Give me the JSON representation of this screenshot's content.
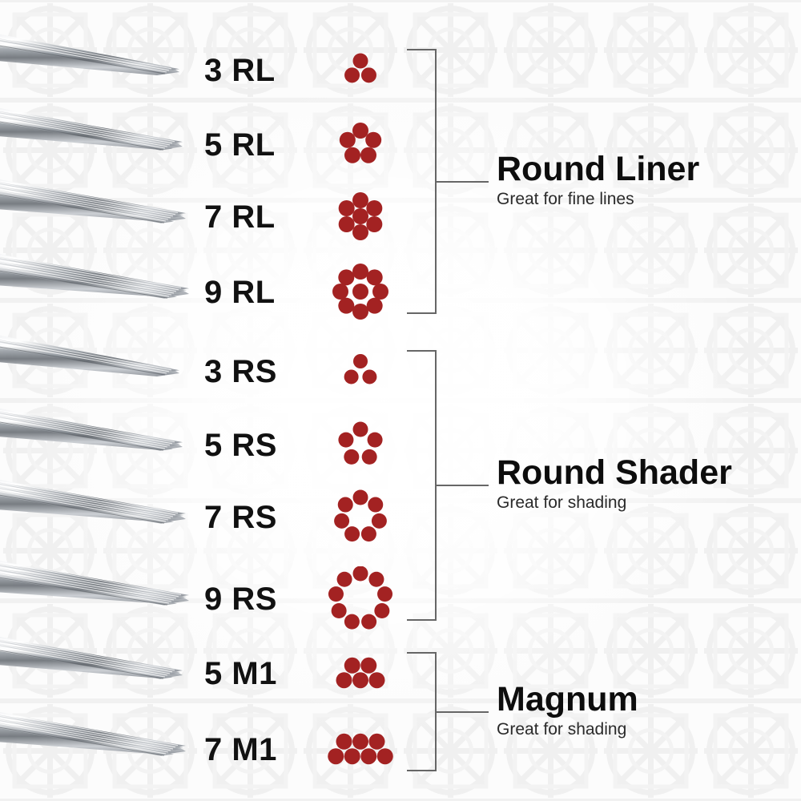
{
  "palette": {
    "dot_red": "#A32222",
    "dot_red_dark": "#8d1c1c",
    "text_black": "#0d0d0d",
    "bracket_gray": "#666666",
    "background": "#fcfcfc",
    "watermark": "#f1f1f1",
    "needle_silver": "#b9bcc0"
  },
  "rows": [
    {
      "code": "3 RL",
      "count": 3,
      "config": "triangle",
      "group": "round_liner",
      "dot_radius": 9.5,
      "ring_radius": 11
    },
    {
      "code": "5 RL",
      "count": 5,
      "config": "ring",
      "group": "round_liner",
      "dot_radius": 10,
      "ring_radius": 17
    },
    {
      "code": "7 RL",
      "count": 7,
      "config": "ring-center",
      "group": "round_liner",
      "dot_radius": 10,
      "ring_radius": 20
    },
    {
      "code": "9 RL",
      "count": 9,
      "config": "ring-center",
      "group": "round_liner",
      "dot_radius": 10,
      "ring_radius": 25
    },
    {
      "code": "3 RS",
      "count": 3,
      "config": "triangle",
      "group": "round_shader",
      "dot_radius": 9,
      "ring_radius": 12
    },
    {
      "code": "5 RS",
      "count": 5,
      "config": "ring",
      "group": "round_shader",
      "dot_radius": 9.5,
      "ring_radius": 19
    },
    {
      "code": "7 RS",
      "count": 7,
      "config": "ring",
      "group": "round_shader",
      "dot_radius": 9.5,
      "ring_radius": 24
    },
    {
      "code": "9 RS",
      "count": 9,
      "config": "ring",
      "group": "round_shader",
      "dot_radius": 9.5,
      "ring_radius": 31
    },
    {
      "code": "5 M1",
      "count": 5,
      "config": "magnum-2-3",
      "group": "magnum",
      "dot_radius": 10,
      "ring_radius": 0
    },
    {
      "code": "7 M1",
      "count": 7,
      "config": "magnum-3-4",
      "group": "magnum",
      "dot_radius": 10,
      "ring_radius": 0
    }
  ],
  "groups": [
    {
      "id": "round_liner",
      "title": "Round Liner",
      "subtitle": "Great for fine lines",
      "rows": [
        "3 RL",
        "5 RL",
        "7 RL",
        "9 RL"
      ]
    },
    {
      "id": "round_shader",
      "title": "Round Shader",
      "subtitle": "Great for shading",
      "rows": [
        "3 RS",
        "5 RS",
        "7 RS",
        "9 RS"
      ]
    },
    {
      "id": "magnum",
      "title": "Magnum",
      "subtitle": "Great for shading",
      "rows": [
        "5 M1",
        "7 M1"
      ]
    }
  ],
  "needle_bundles": [
    {
      "for_row": "3 RL",
      "strands": 3
    },
    {
      "for_row": "5 RL",
      "strands": 5
    },
    {
      "for_row": "7 RL",
      "strands": 7
    },
    {
      "for_row": "9 RL",
      "strands": 9
    },
    {
      "for_row": "3 RS",
      "strands": 3
    },
    {
      "for_row": "5 RS",
      "strands": 5
    },
    {
      "for_row": "7 RS",
      "strands": 7
    },
    {
      "for_row": "9 RS",
      "strands": 9
    },
    {
      "for_row": "5 M1",
      "strands": 5
    },
    {
      "for_row": "7 M1",
      "strands": 7
    }
  ]
}
